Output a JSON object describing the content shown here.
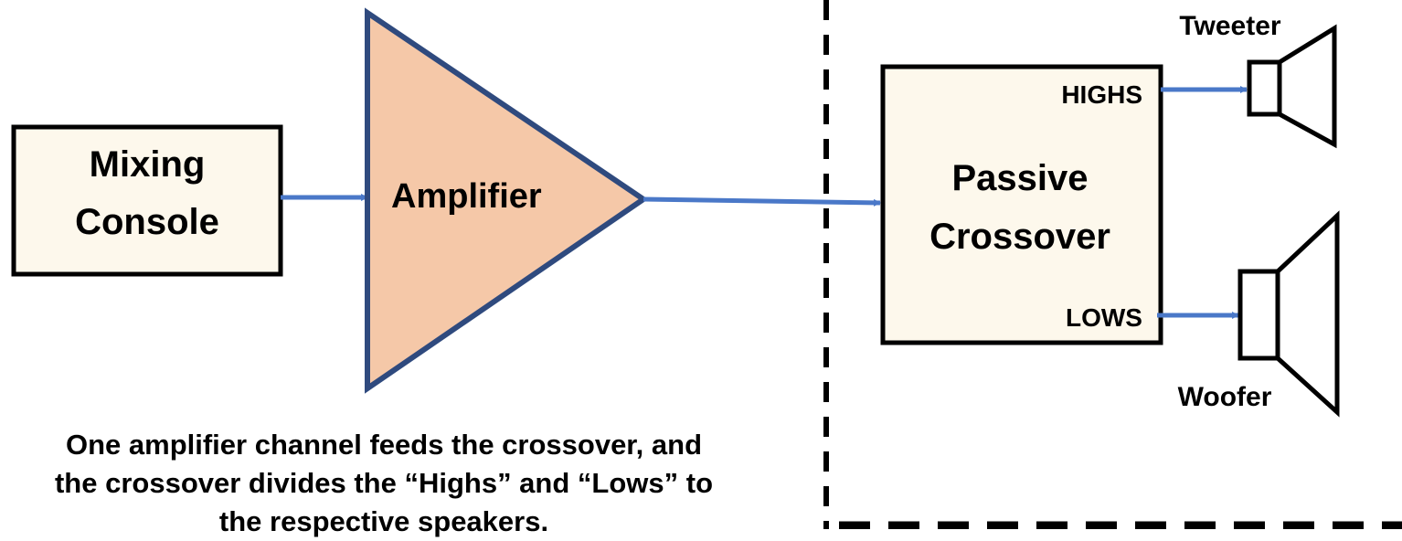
{
  "blocks": {
    "mixing_console": {
      "line1": "Mixing",
      "line2": "Console"
    },
    "amplifier": {
      "label": "Amplifier"
    },
    "passive_crossover": {
      "line1": "Passive",
      "line2": "Crossover",
      "highs": "HIGHS",
      "lows": "LOWS"
    }
  },
  "speakers": {
    "tweeter": "Tweeter",
    "woofer": "Woofer"
  },
  "caption": {
    "line1": "One amplifier channel feeds the crossover, and",
    "line2": "the crossover divides the “Highs” and “Lows” to",
    "line3": "the respective speakers."
  },
  "colors": {
    "box_fill": "#fdf8ec",
    "amp_fill": "#f5c8a8",
    "amp_stroke": "#2f4a7e",
    "arrow": "#4a78c8",
    "outline": "#000000"
  }
}
